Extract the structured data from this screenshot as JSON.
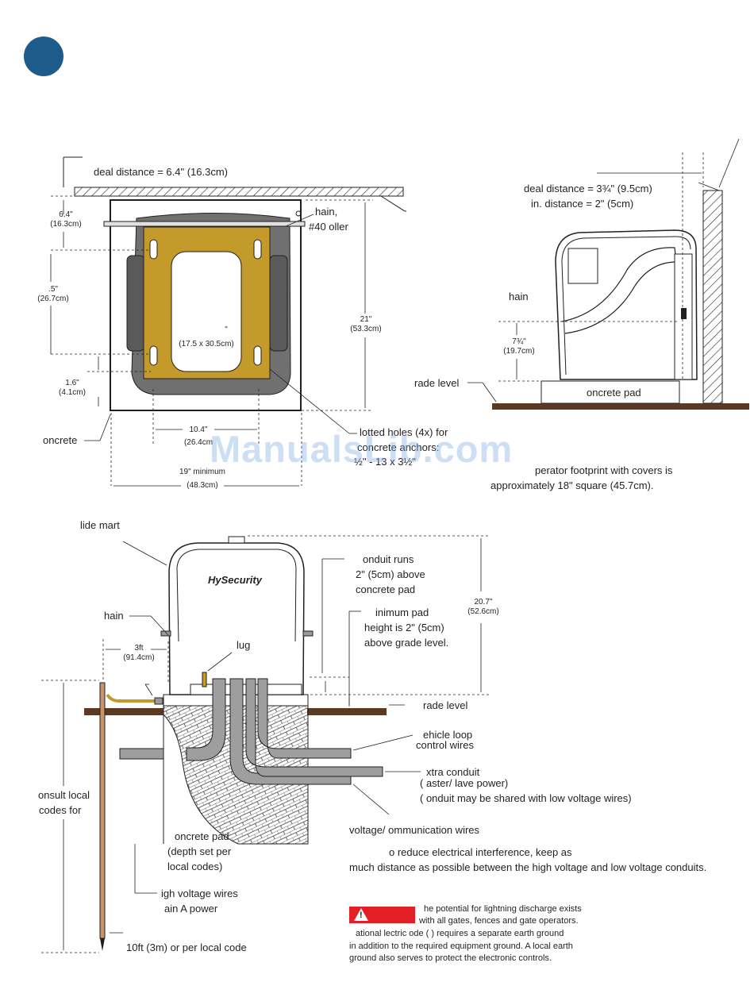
{
  "colors": {
    "badge": "#1e5a8a",
    "pad": "#c49a2a",
    "ground": "#5a3a22",
    "warning": "#e31e24"
  },
  "watermark": "ManualsLib.com",
  "top_left": {
    "ideal_distance": "deal distance = 6.4\" (16.3cm)",
    "dim_64": [
      "6.4\"",
      "(16.3cm)"
    ],
    "dim_105": [
      ".5\"",
      "(26.7cm)"
    ],
    "dim_16": [
      "1.6\"",
      "(4.1cm)"
    ],
    "dim_21": [
      "21\"",
      "(53.3cm)"
    ],
    "chain_roller": [
      "hain,",
      "#40   oller"
    ],
    "inner_box_1": "\"",
    "inner_box_2": "(17.5 x 30.5cm)",
    "dim_104": [
      "10.4\"",
      "(26.4cm"
    ],
    "concrete": "oncrete",
    "slotted": [
      "lotted holes (4x) for",
      "concrete anchors:",
      "½\" - 13 x 3½\""
    ],
    "dim_19": [
      "19\" minimum",
      "(48.3cm)"
    ]
  },
  "top_right": {
    "ideal": "deal distance = 3¾\" (9.5cm)",
    "min": "in. distance = 2\" (5cm)",
    "chain": "hain",
    "dim_775": [
      "7¾\"",
      "(19.7cm)"
    ],
    "grade": "rade level",
    "pad": "oncrete pad",
    "footprint": [
      "perator footprint with covers is",
      "approximately 18\" square (45.7cm)."
    ]
  },
  "bottom": {
    "slide_smart": "lide  mart",
    "chain": "hain",
    "lug": "lug",
    "dim_3ft": [
      "3ft",
      "(91.4cm)"
    ],
    "conduit_runs": [
      "onduit runs",
      "2\" (5cm) above",
      "concrete pad"
    ],
    "min_pad": [
      "inimum pad",
      "height is 2\" (5cm)",
      "above grade level."
    ],
    "dim_207": [
      "20.7\"",
      "(52.6cm)"
    ],
    "grade": "rade level",
    "vehicle_loop": [
      "ehicle loop",
      "control wires"
    ],
    "extra_conduit": [
      "xtra conduit",
      "(    aster/  lave power)",
      "(   onduit may be shared with low voltage wires)"
    ],
    "consult": [
      "onsult local",
      "codes for"
    ],
    "concrete_pad": [
      "oncrete pad",
      "(depth set per",
      "local codes)"
    ],
    "comm_wires": "voltage/   ommunication wires",
    "interference": [
      "o reduce electrical interference, keep as",
      "much distance as possible between the high voltage and low voltage conduits."
    ],
    "high_voltage": [
      "igh voltage wires",
      "ain A    power"
    ],
    "ten_ft": "10ft (3m) or per local code",
    "warning": [
      "he potential for lightning discharge exists",
      "with all gates, fences and gate operators.",
      "ational   lectric   ode (       ) requires a separate earth ground",
      "in addition to the required equipment ground. A local earth",
      "ground also serves to protect the electronic controls."
    ],
    "brand": "HySecurity"
  }
}
